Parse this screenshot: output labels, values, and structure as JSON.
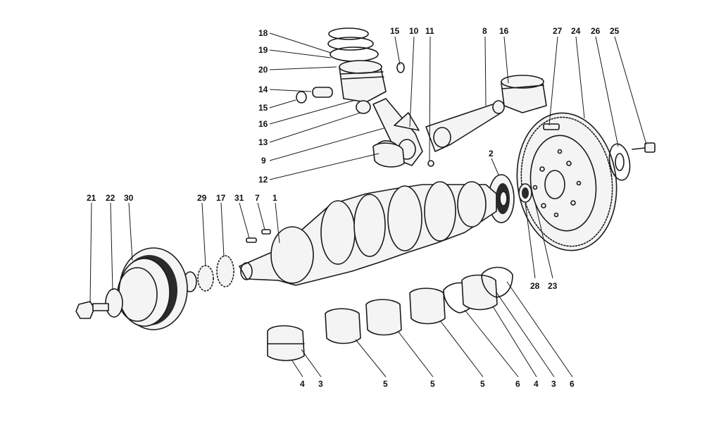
{
  "callouts": [
    {
      "id": "c18",
      "text": "18"
    },
    {
      "id": "c19",
      "text": "19"
    },
    {
      "id": "c20",
      "text": "20"
    },
    {
      "id": "c14",
      "text": "14"
    },
    {
      "id": "c15a",
      "text": "15"
    },
    {
      "id": "c16a",
      "text": "16"
    },
    {
      "id": "c13",
      "text": "13"
    },
    {
      "id": "c9",
      "text": "9"
    },
    {
      "id": "c12",
      "text": "12"
    },
    {
      "id": "c15b",
      "text": "15"
    },
    {
      "id": "c10",
      "text": "10"
    },
    {
      "id": "c11",
      "text": "11"
    },
    {
      "id": "c8",
      "text": "8"
    },
    {
      "id": "c16b",
      "text": "16"
    },
    {
      "id": "c27",
      "text": "27"
    },
    {
      "id": "c24",
      "text": "24"
    },
    {
      "id": "c26",
      "text": "26"
    },
    {
      "id": "c25",
      "text": "25"
    },
    {
      "id": "c2",
      "text": "2"
    },
    {
      "id": "c21",
      "text": "21"
    },
    {
      "id": "c22",
      "text": "22"
    },
    {
      "id": "c30",
      "text": "30"
    },
    {
      "id": "c29",
      "text": "29"
    },
    {
      "id": "c17",
      "text": "17"
    },
    {
      "id": "c31",
      "text": "31"
    },
    {
      "id": "c7",
      "text": "7"
    },
    {
      "id": "c1",
      "text": "1"
    },
    {
      "id": "c28",
      "text": "28"
    },
    {
      "id": "c23",
      "text": "23"
    },
    {
      "id": "c4a",
      "text": "4"
    },
    {
      "id": "c3a",
      "text": "3"
    },
    {
      "id": "c5a",
      "text": "5"
    },
    {
      "id": "c5b",
      "text": "5"
    },
    {
      "id": "c5c",
      "text": "5"
    },
    {
      "id": "c6a",
      "text": "6"
    },
    {
      "id": "c4b",
      "text": "4"
    },
    {
      "id": "c3b",
      "text": "3"
    },
    {
      "id": "c6b",
      "text": "6"
    }
  ]
}
